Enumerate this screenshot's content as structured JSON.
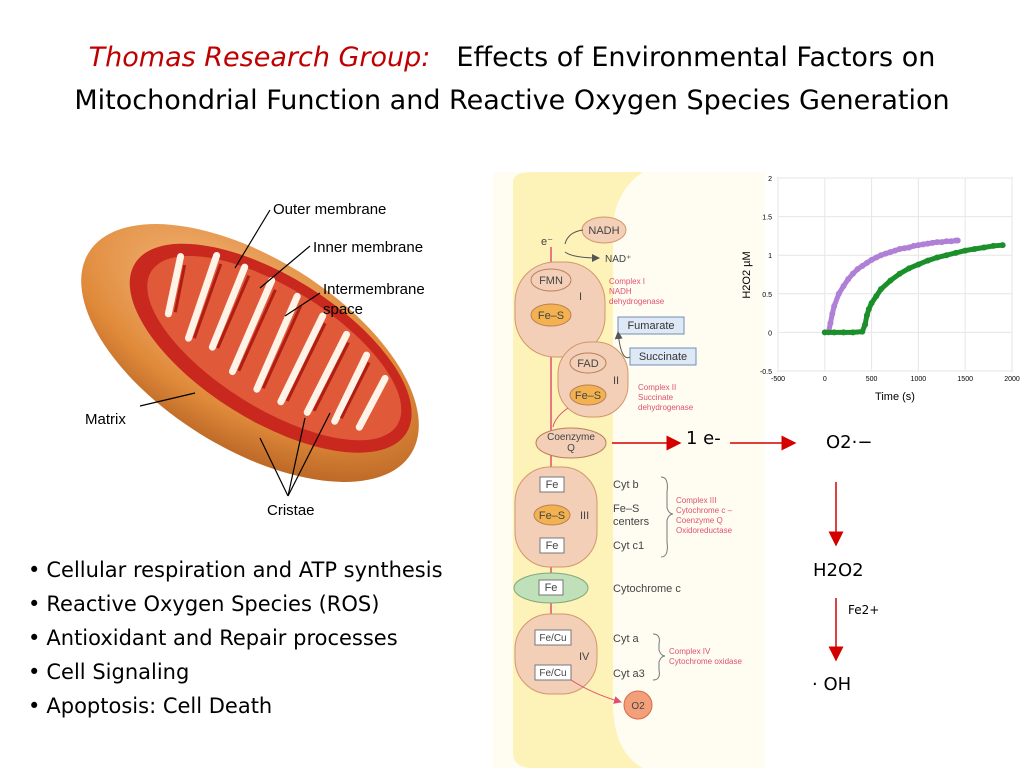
{
  "header": {
    "group": "Thomas Research Group:",
    "title_line1": "Effects of Environmental Factors on",
    "title_line2": "Mitochondrial Function and Reactive Oxygen Species Generation"
  },
  "mitochondrion": {
    "labels": {
      "outer": "Outer membrane",
      "inner": "Inner membrane",
      "inter1": "Intermembrane",
      "inter2": "space",
      "matrix": "Matrix",
      "cristae": "Cristae"
    },
    "colors": {
      "outer": "#e08a3a",
      "inner": "#c8281e"
    }
  },
  "bullets": [
    "Cellular respiration and ATP synthesis",
    "Reactive Oxygen Species (ROS)",
    "Antioxidant and Repair processes",
    "Cell Signaling",
    "Apoptosis:  Cell Death"
  ],
  "etc": {
    "nadh": "NADH",
    "electron": "e⁻",
    "nad": "NAD⁺",
    "fmn": "FMN",
    "fes": "Fe–S",
    "c1_num": "I",
    "c1_name1": "Complex I",
    "c1_name2": "NADH",
    "c1_name3": "dehydrogenase",
    "fumarate": "Fumarate",
    "succinate": "Succinate",
    "fad": "FAD",
    "c2_num": "II",
    "c2_name1": "Complex II",
    "c2_name2": "Succinate",
    "c2_name3": "dehydrogenase",
    "coq1": "Coenzyme",
    "coq2": "Q",
    "fe": "Fe",
    "cyt_b": "Cyt b",
    "fes_centers1": "Fe–S",
    "fes_centers2": "centers",
    "cyt_c1": "Cyt c1",
    "c3_num": "III",
    "c3_name1": "Complex III",
    "c3_name2": "Cytochrome c –",
    "c3_name3": "Coenzyme Q",
    "c3_name4": "Oxidoreductase",
    "cytc": "Cytochrome c",
    "fecu": "Fe/Cu",
    "cyt_a": "Cyt a",
    "cyt_a3": "Cyt a3",
    "c4_num": "IV",
    "c4_name1": "Complex IV",
    "c4_name2": "Cytochrome oxidase",
    "o2": "O2",
    "colors": {
      "membrane_bg": "#fdf3b8",
      "complex": "#f2cfb6",
      "cofactor": "#f3b24f",
      "cytc": "#bfe0b8",
      "annotation": "#e0506e"
    }
  },
  "pathway": {
    "one_e": "1 e-",
    "superoxide": "O2·−",
    "h2o2": "H2O2",
    "fe2": "Fe2+",
    "oh": "· OH",
    "arrow_color": "#d40000"
  },
  "chart_data": {
    "type": "scatter",
    "title": "",
    "xlabel": "Time (s)",
    "ylabel": "H2O2  µM",
    "xlim": [
      -500,
      2000
    ],
    "ylim": [
      -0.5,
      2
    ],
    "xticks": [
      -500,
      0,
      500,
      1000,
      1500,
      2000
    ],
    "yticks": [
      -0.5,
      0,
      0.5,
      1,
      1.5,
      2
    ],
    "grid": true,
    "legend": "none",
    "series": [
      {
        "color": "#b07fd6",
        "x": [
          40,
          60,
          80,
          100,
          150,
          200,
          250,
          300,
          350,
          400,
          450,
          500,
          550,
          600,
          650,
          700,
          750,
          800,
          850,
          900,
          950,
          1000,
          1050,
          1100,
          1150,
          1200,
          1250,
          1300,
          1350,
          1400,
          1420
        ],
        "y": [
          0.0,
          0.12,
          0.24,
          0.34,
          0.5,
          0.6,
          0.69,
          0.76,
          0.82,
          0.86,
          0.9,
          0.94,
          0.97,
          1.0,
          1.02,
          1.04,
          1.06,
          1.08,
          1.09,
          1.1,
          1.12,
          1.13,
          1.14,
          1.15,
          1.16,
          1.17,
          1.17,
          1.18,
          1.18,
          1.19,
          1.19
        ]
      },
      {
        "color": "#1a8f2a",
        "x": [
          0,
          100,
          200,
          300,
          400,
          430,
          450,
          470,
          500,
          550,
          600,
          700,
          800,
          900,
          1000,
          1100,
          1200,
          1300,
          1400,
          1500,
          1600,
          1700,
          1800,
          1900
        ],
        "y": [
          0.0,
          0.0,
          0.0,
          0.0,
          0.01,
          0.1,
          0.22,
          0.3,
          0.38,
          0.47,
          0.56,
          0.67,
          0.76,
          0.83,
          0.88,
          0.93,
          0.97,
          1.0,
          1.03,
          1.06,
          1.08,
          1.1,
          1.12,
          1.13
        ]
      }
    ]
  }
}
